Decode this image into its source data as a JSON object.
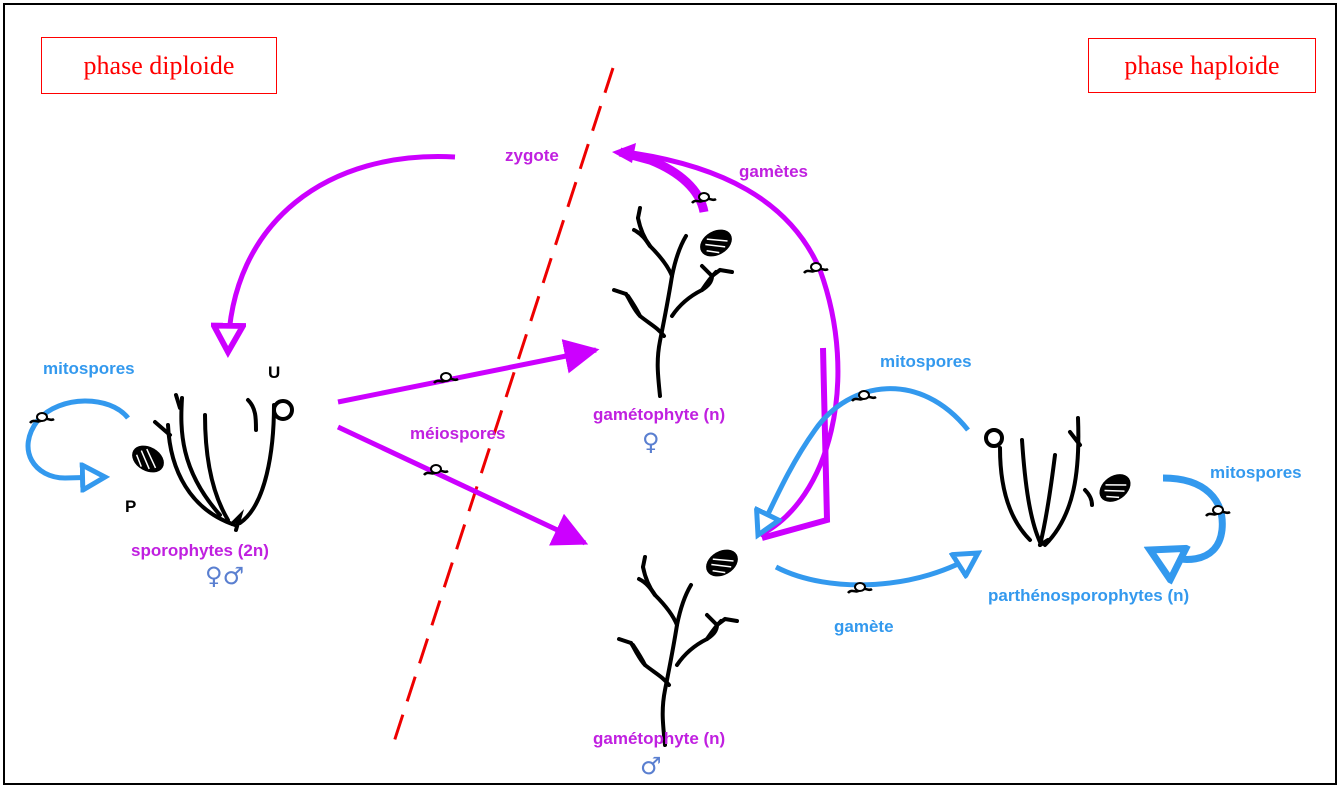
{
  "phases": {
    "diploid": "phase diploide",
    "haploid": "phase haploide"
  },
  "labels": {
    "zygote": "zygote",
    "gametes": "gamètes",
    "gamete": "gamète",
    "mitospores_left": "mitospores",
    "mitospores_mid": "mitospores",
    "mitospores_right": "mitospores",
    "meiospores": "méiospores",
    "sporophytes": "sporophytes (2n)",
    "sporophytes_symbol": "♀♂",
    "gametophyte_female": "gamétophyte (n)",
    "female_symbol": "♀",
    "gametophyte_male": "gamétophyte (n)",
    "male_symbol": "♂",
    "parthenosporophytes": "parthénosporophytes (n)",
    "U": "U",
    "P": "P"
  },
  "colors": {
    "diploid_arrows": "#cc00ff",
    "haploid_arrows": "#3399ee",
    "divider": "#ee0000",
    "phase_text": "#ff0000"
  }
}
